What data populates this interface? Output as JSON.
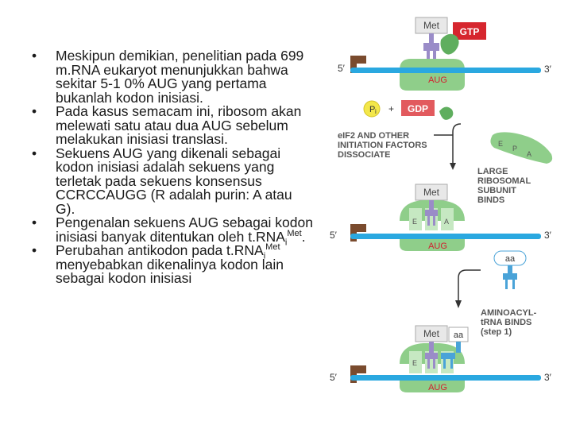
{
  "bullets": [
    {
      "text": "Meskipun demikian, penelitian pada 699 m.RNA eukaryot menunjukkan bahwa sekitar 5-1 0% AUG yang pertama bukanlah kodon inisiasi."
    },
    {
      "text": "Pada kasus semacam ini, ribosom akan melewati satu atau dua AUG sebelum melakukan inisiasi translasi."
    },
    {
      "text": "Sekuens AUG yang dikenali sebagai kodon inisiasi adalah sekuens yang terletak pada sekuens konsensus CCRCCAUGG (R adalah purin: A atau G)."
    },
    {
      "text_before": "Pengenalan sekuens AUG sebagai kodon inisiasi banyak ditentukan oleh t.RNA",
      "sub": "i",
      "sup": "Met",
      "text_after": "."
    },
    {
      "text_before": "Perubahan antikodon pada t.RNA",
      "sub": "i",
      "sup": "Met",
      "text_after": " menyebabkan dikenalinya kodon lain sebagai kodon inisiasi"
    }
  ],
  "figure": {
    "gtp": "GTP",
    "gdp": "GDP",
    "pi": "P",
    "pi_sub": "i",
    "plus": "+",
    "met": "Met",
    "aug": "AUG",
    "five_prime": "5′",
    "three_prime": "3′",
    "eif2_label": "eIF2 AND OTHER\nINITIATION FACTORS\nDISSOCIATE",
    "large_label": "LARGE\nRIBOSOMAL\nSUBUNIT\nBINDS",
    "aminoacyl_label": "AMINOACYL-\ntRNA BINDS\n(step 1)",
    "site_e": "E",
    "site_p": "P",
    "site_a": "A",
    "aa": "aa",
    "colors": {
      "mrna": "#2aa8e0",
      "ribosome": "#8fce8a",
      "ribosome_dark": "#5fae5e",
      "trna_purple": "#9a8cc8",
      "trna_blue": "#4aa3d8",
      "gtp_red": "#d6262e",
      "cap_brown": "#7a4b2e",
      "aug_red": "#d22030"
    }
  }
}
